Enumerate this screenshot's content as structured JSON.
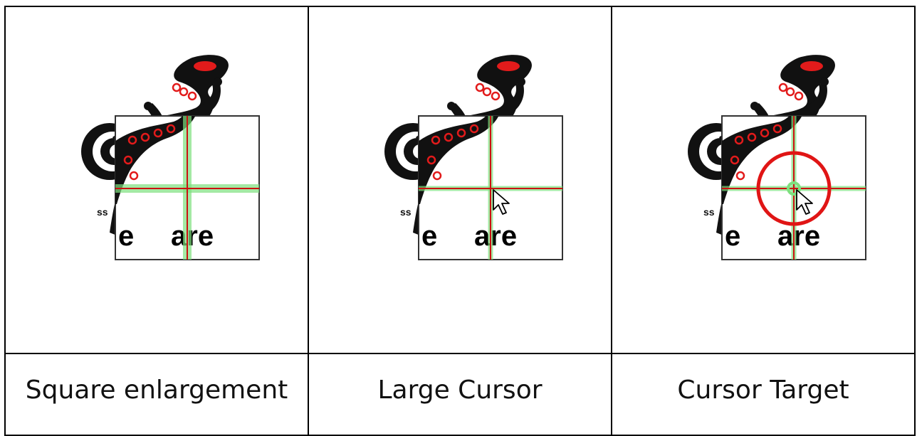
{
  "panels": [
    {
      "caption": "Square enlargement",
      "mode": "square",
      "words": [
        "ss",
        "e",
        "are"
      ]
    },
    {
      "caption": "Large Cursor",
      "mode": "cursor",
      "words": [
        "ss",
        "e",
        "are"
      ]
    },
    {
      "caption": "Cursor Target",
      "mode": "target",
      "words": [
        "ss",
        "e",
        "are"
      ]
    }
  ],
  "colors": {
    "lizard": "#111111",
    "lizard_pattern": "#e21b1b",
    "guide_line": "#cc1111",
    "guide_glow": "#7ee07e",
    "target_ring": "#e01515",
    "frame": "#333333"
  }
}
